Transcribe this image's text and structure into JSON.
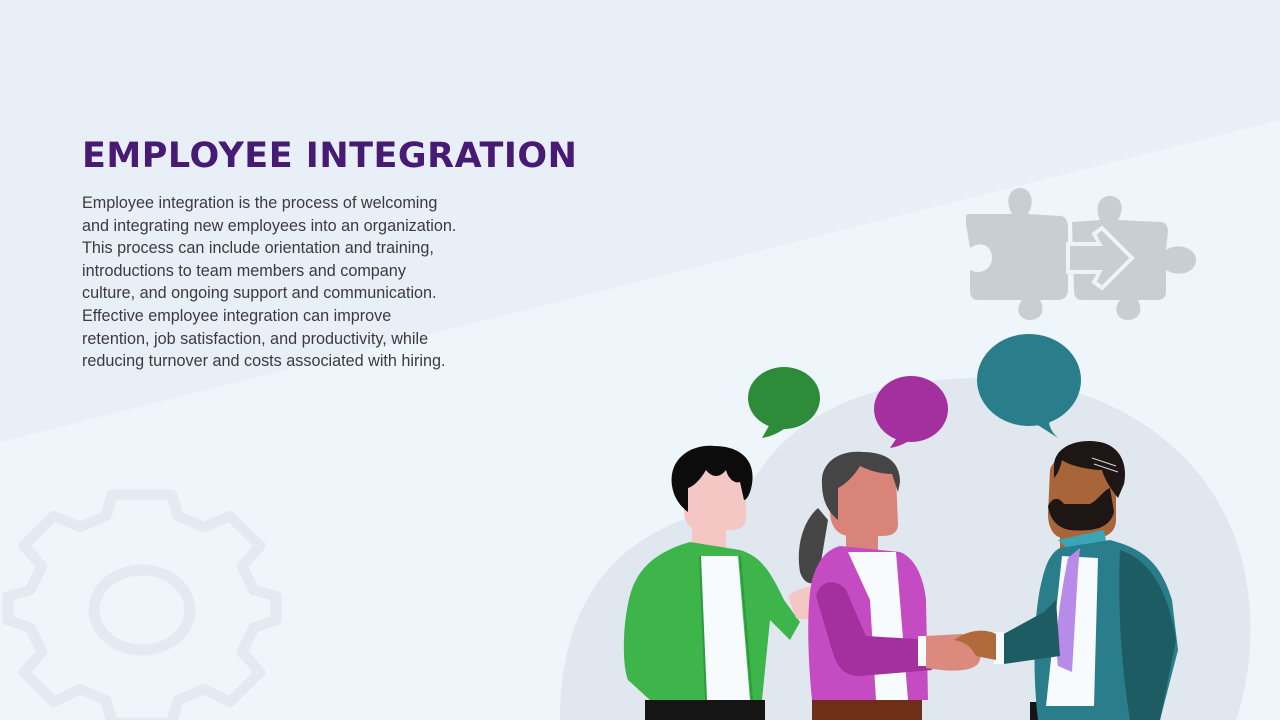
{
  "slide": {
    "title": "EMPLOYEE INTEGRATION",
    "body_lines": [
      "Employee integration is the process of welcoming",
      "and integrating new employees into an organization.",
      "This process can include orientation and training,",
      "introductions to team members and company",
      "culture, and ongoing support and communication.",
      "Effective employee integration can improve",
      "retention, job satisfaction, and productivity, while",
      "reducing turnover and costs associated with hiring."
    ]
  },
  "illustration": {
    "icons": [
      "puzzle-arrow-icon",
      "gear-icon",
      "speech-bubble-icon"
    ],
    "people": [
      "person-green-cardigan",
      "person-magenta-cardigan",
      "person-teal-suit"
    ],
    "bubbles": [
      {
        "name": "green-speech-bubble",
        "color": "#2e8b3a"
      },
      {
        "name": "magenta-speech-bubble",
        "color": "#a3309e"
      },
      {
        "name": "teal-speech-bubble",
        "color": "#2a7d8a"
      }
    ]
  },
  "colors": {
    "title": "#471a73",
    "body_text": "#3b3b3f",
    "bg_upper": "#e8eff6",
    "bg_lower": "#eef5fb",
    "blob": "#e1e7ee",
    "puzzle": "#c8ced3"
  }
}
